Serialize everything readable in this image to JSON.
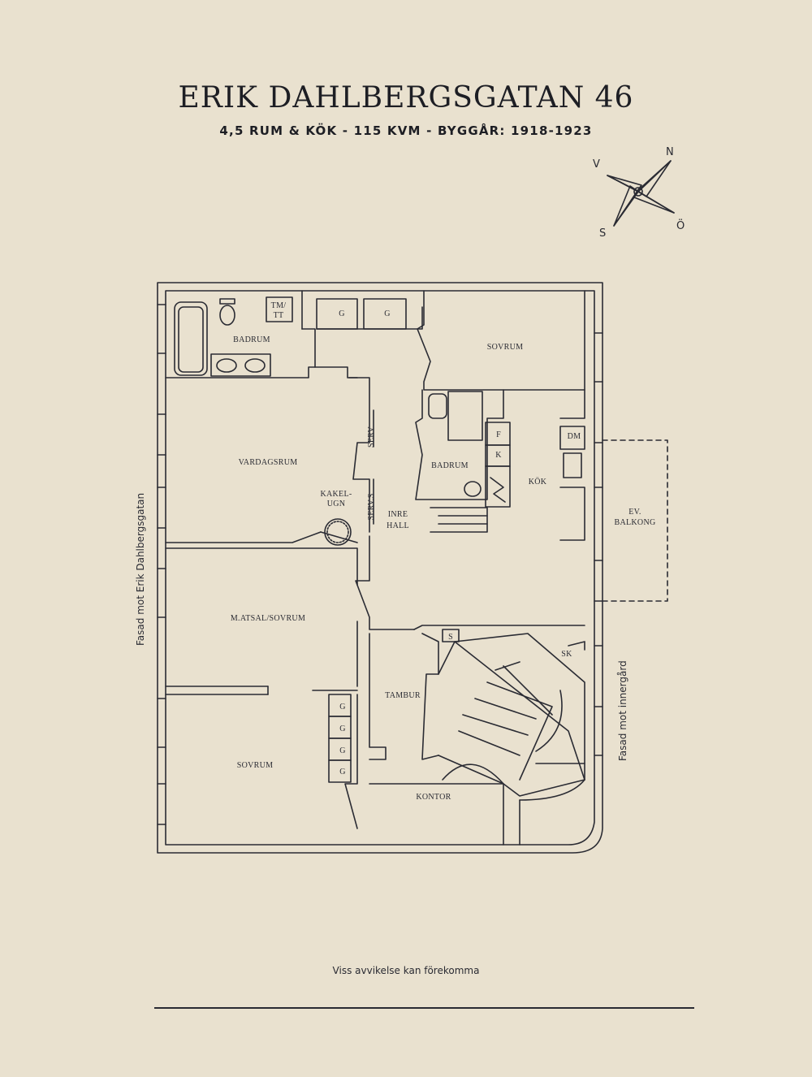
{
  "header": {
    "title": "ERIK DAHLBERGSGATAN 46",
    "subtitle": "4,5 RUM & KÖK  -  115 KVM  -  BYGGÅR: 1918-1923"
  },
  "compass": {
    "n": "N",
    "v": "V",
    "s": "S",
    "o": "Ö"
  },
  "rooms": {
    "badrum_top": "BADRUM",
    "tm_tt_1": "TM/",
    "tm_tt_2": "TT",
    "g1": "G",
    "g2": "G",
    "sovrum_top": "SOVRUM",
    "vardagsrum": "VARDAGSRUM",
    "serv": "SERV",
    "serv_s": "SERV.S",
    "kakelugn_1": "KAKEL-",
    "kakelugn_2": "UGN",
    "badrum_mid": "BADRUM",
    "f": "F",
    "k": "K",
    "kok": "KÖK",
    "dm": "DM",
    "balkong_1": "EV.",
    "balkong_2": "BALKONG",
    "inre_1": "INRE",
    "inre_2": "HALL",
    "matsal": "M.ATSAL/SOVRUM",
    "s": "S",
    "sk": "SK",
    "tambur": "TAMBUR",
    "g3": "G",
    "g4": "G",
    "g5": "G",
    "g6": "G",
    "sovrum_bottom": "SOVRUM",
    "kontor": "KONTOR"
  },
  "facades": {
    "left": "Fasad mot Erik Dahlbergsgatan",
    "right": "Fasad mot innergård"
  },
  "footer": {
    "disclaimer": "Viss avvikelse kan förekomma"
  }
}
